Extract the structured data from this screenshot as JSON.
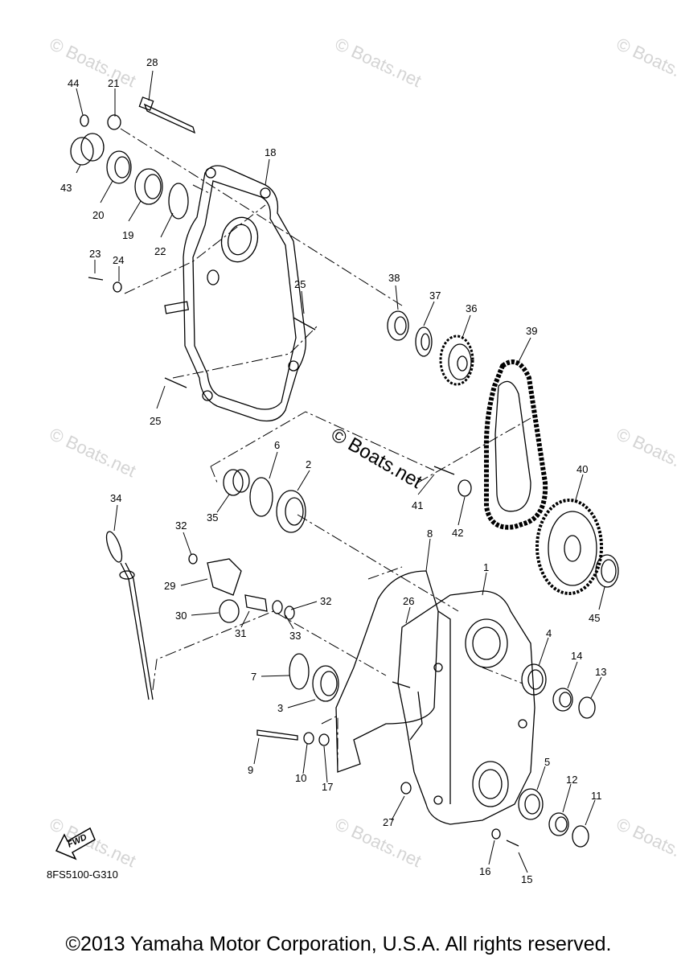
{
  "watermark": {
    "corner_text": "© Boats.net",
    "center_text": "© Boats.net"
  },
  "diagram_code": "8FS5100-G310",
  "fwd_label": "FWD",
  "copyright": "©2013 Yamaha Motor Corporation, U.S.A. All rights reserved.",
  "part_numbers": {
    "p1": "1",
    "p2": "2",
    "p3": "3",
    "p4": "4",
    "p5": "5",
    "p6": "6",
    "p7": "7",
    "p8": "8",
    "p9": "9",
    "p10": "10",
    "p11": "11",
    "p12": "12",
    "p13": "13",
    "p14": "14",
    "p15": "15",
    "p16": "16",
    "p17": "17",
    "p18": "18",
    "p19": "19",
    "p20": "20",
    "p21": "21",
    "p22": "22",
    "p23": "23",
    "p24": "24",
    "p25a": "25",
    "p25b": "25",
    "p26": "26",
    "p27": "27",
    "p28": "28",
    "p29": "29",
    "p30": "30",
    "p31": "31",
    "p32a": "32",
    "p32b": "32",
    "p33": "33",
    "p34": "34",
    "p35": "35",
    "p36": "36",
    "p37": "37",
    "p38": "38",
    "p39": "39",
    "p40": "40",
    "p41": "41",
    "p42": "42",
    "p43": "43",
    "p44": "44",
    "p45": "45"
  }
}
